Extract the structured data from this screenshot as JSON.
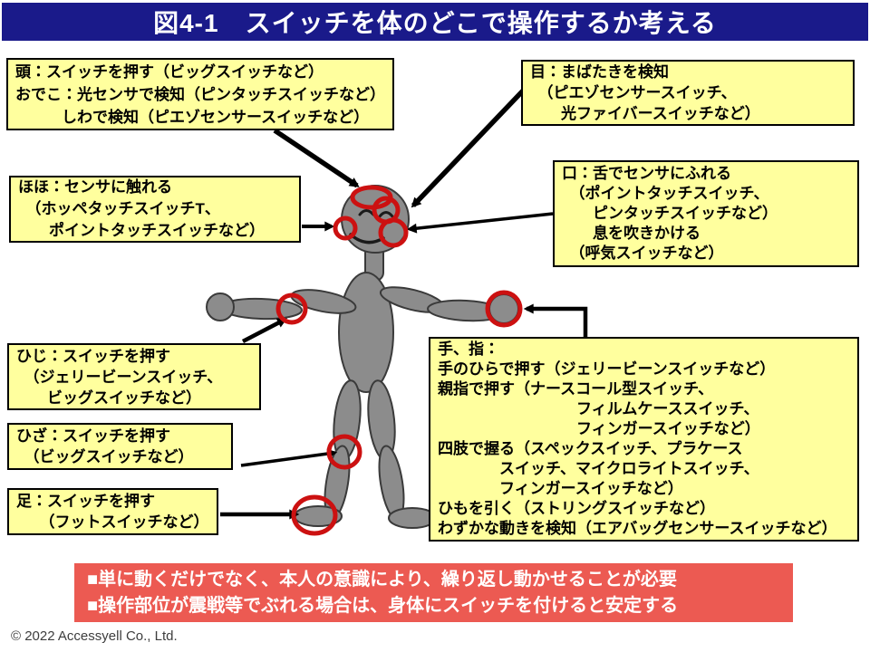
{
  "title": "図4-1　スイッチを体のどこで操作するか考える",
  "callouts": {
    "head": {
      "lines": [
        "頭：スイッチを押す（ビッグスイッチなど）",
        "おでこ：光センサで検知（ピンタッチスイッチなど）",
        "　　　しわで検知（ピエゾセンサースイッチなど）"
      ]
    },
    "eye": {
      "lines": [
        "目：まばたきを検知",
        "　（ピエゾセンサースイッチ、",
        "　　光ファイバースイッチなど）"
      ]
    },
    "cheek": {
      "lines": [
        "ほほ：センサに触れる",
        "　（ホッペタッチスイッチT、",
        "　　ポイントタッチスイッチなど）"
      ]
    },
    "mouth": {
      "lines": [
        "口：舌でセンサにふれる",
        "　（ポイントタッチスイッチ、",
        "　　ピンタッチスイッチなど）",
        "　　息を吹きかける",
        "　（呼気スイッチなど）"
      ]
    },
    "elbow": {
      "lines": [
        "ひじ：スイッチを押す",
        "　（ジェリービーンスイッチ、",
        "　　ビッグスイッチなど）"
      ]
    },
    "knee": {
      "lines": [
        "ひざ：スイッチを押す",
        "　（ビッグスイッチなど）"
      ]
    },
    "foot": {
      "lines": [
        "足：スイッチを押す",
        "　　（フットスイッチなど）"
      ]
    },
    "hand": {
      "lines": [
        "手、指：",
        "手のひらで押す（ジェリービーンスイッチなど）",
        "親指で押す（ナースコール型スイッチ、",
        "　　　　　　　　　フィルムケーススイッチ、",
        "　　　　　　　　　フィンガースイッチなど）",
        "四肢で握る（スペックスイッチ、プラケース",
        "　　　　スイッチ、マイクロライトスイッチ、",
        "　　　　フィンガースイッチなど）",
        "ひもを引く（ストリングスイッチなど）",
        "わずかな動きを検知（エアバッグセンサースイッチなど）"
      ]
    }
  },
  "notes": {
    "lines": [
      "■単に動くだけでなく、本人の意識により、繰り返し動かせることが必要",
      "■操作部位が震戦等でぶれる場合は、身体にスイッチを付けると安定する"
    ]
  },
  "footer": "© 2022 Accessyell Co., Ltd.",
  "colors": {
    "navy": "#1a1a8a",
    "box_yellow": "#ffff9e",
    "note_red": "#ec5a52",
    "body_gray": "#8c8c8c",
    "mark_red": "#cc1111"
  }
}
